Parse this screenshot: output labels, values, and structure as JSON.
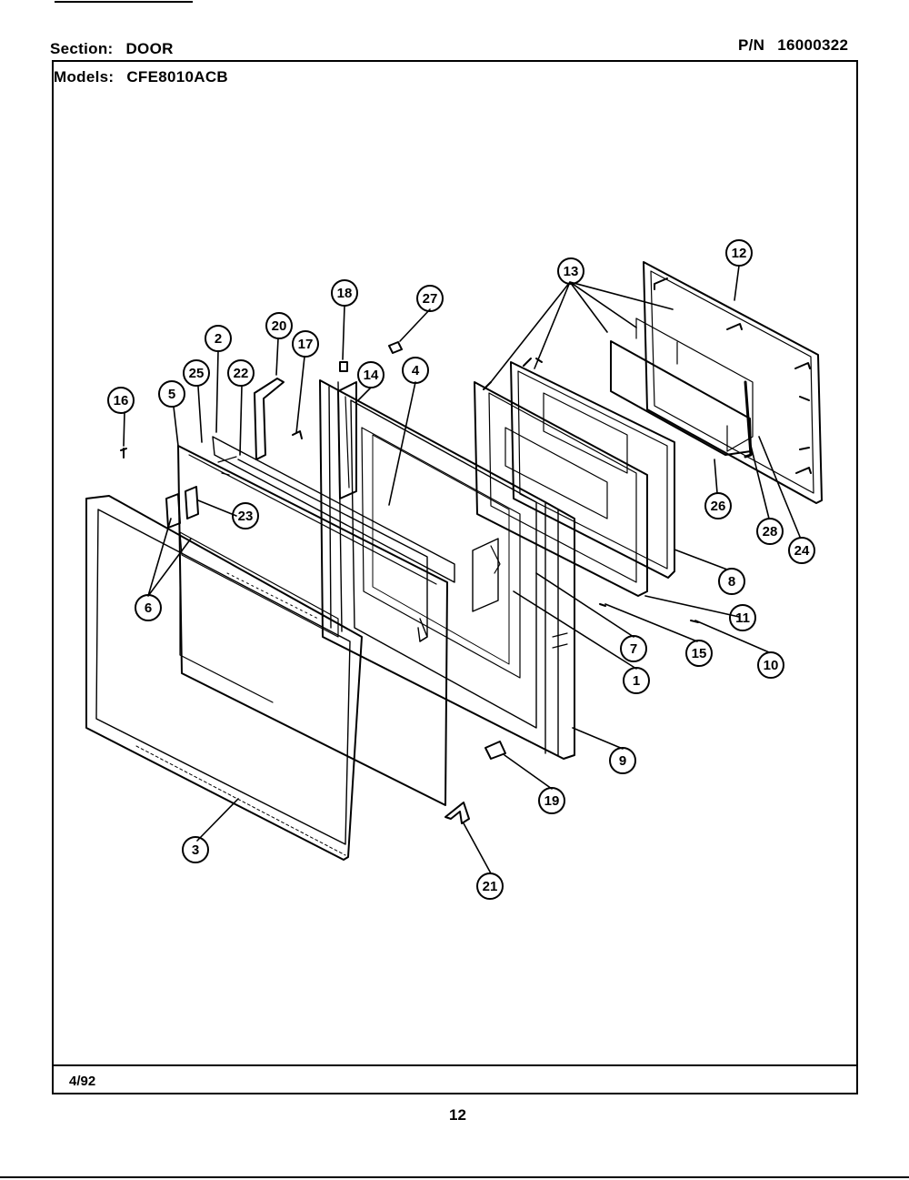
{
  "header": {
    "section_label": "Section:",
    "section_value": "DOOR",
    "pn_label": "P/N",
    "pn_value": "16000322",
    "models_label": "Models:",
    "models_value": "CFE8010ACB"
  },
  "footer": {
    "date": "4/92",
    "page_number": "12"
  },
  "callouts": [
    "1",
    "2",
    "3",
    "4",
    "5",
    "6",
    "7",
    "8",
    "9",
    "10",
    "11",
    "12",
    "13",
    "14",
    "15",
    "16",
    "17",
    "18",
    "19",
    "20",
    "21",
    "22",
    "23",
    "24",
    "25",
    "26",
    "27",
    "28"
  ],
  "colors": {
    "ink": "#000000",
    "paper": "#ffffff"
  }
}
